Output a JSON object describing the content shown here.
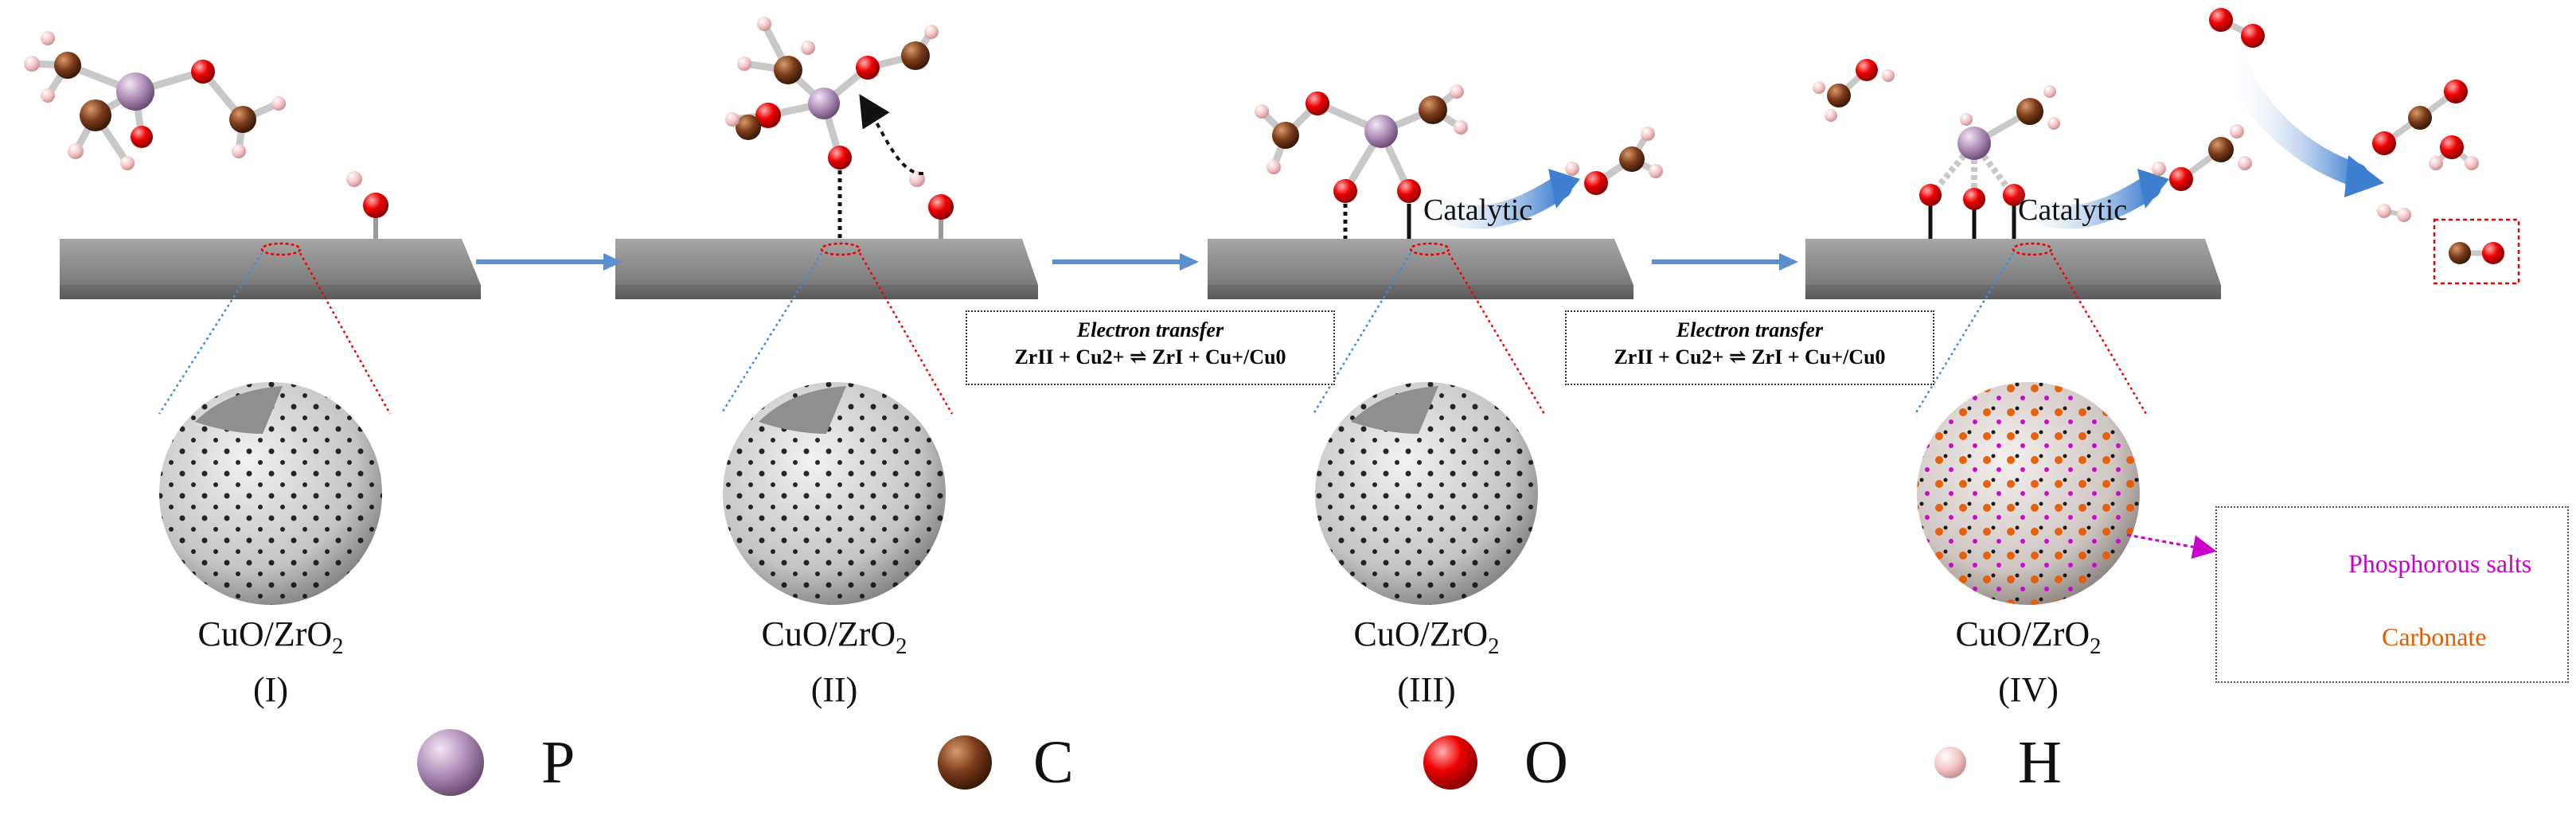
{
  "stages": [
    {
      "caption_line1": "CuO/ZrO",
      "caption_sub": "2",
      "caption_line2": "(I)"
    },
    {
      "caption_line1": "CuO/ZrO",
      "caption_sub": "2",
      "caption_line2": "(II)"
    },
    {
      "caption_line1": "CuO/ZrO",
      "caption_sub": "2",
      "caption_line2": "(III)"
    },
    {
      "caption_line1": "CuO/ZrO",
      "caption_sub": "2",
      "caption_line2": "(IV)"
    }
  ],
  "electron_transfer": {
    "title": "Electron transfer",
    "equation": "ZrII + Cu2+ ⇌ ZrI + Cu+/Cu0"
  },
  "catalytic_label": "Catalytic",
  "legend_products": [
    {
      "label": "Phosphorous salts",
      "color": "#cc00cc"
    },
    {
      "label": "Carbonate",
      "color": "#e85a00"
    }
  ],
  "atom_key": [
    {
      "symbol": "P",
      "color": "#b08fb8"
    },
    {
      "symbol": "C",
      "color": "#7a3a1a"
    },
    {
      "symbol": "O",
      "color": "#ee0000"
    },
    {
      "symbol": "H",
      "color": "#f4c4c4"
    }
  ],
  "colors": {
    "surface": "#8a8a8a",
    "arrow": "#5b8fd0",
    "sphere": "#cfcfcf"
  }
}
